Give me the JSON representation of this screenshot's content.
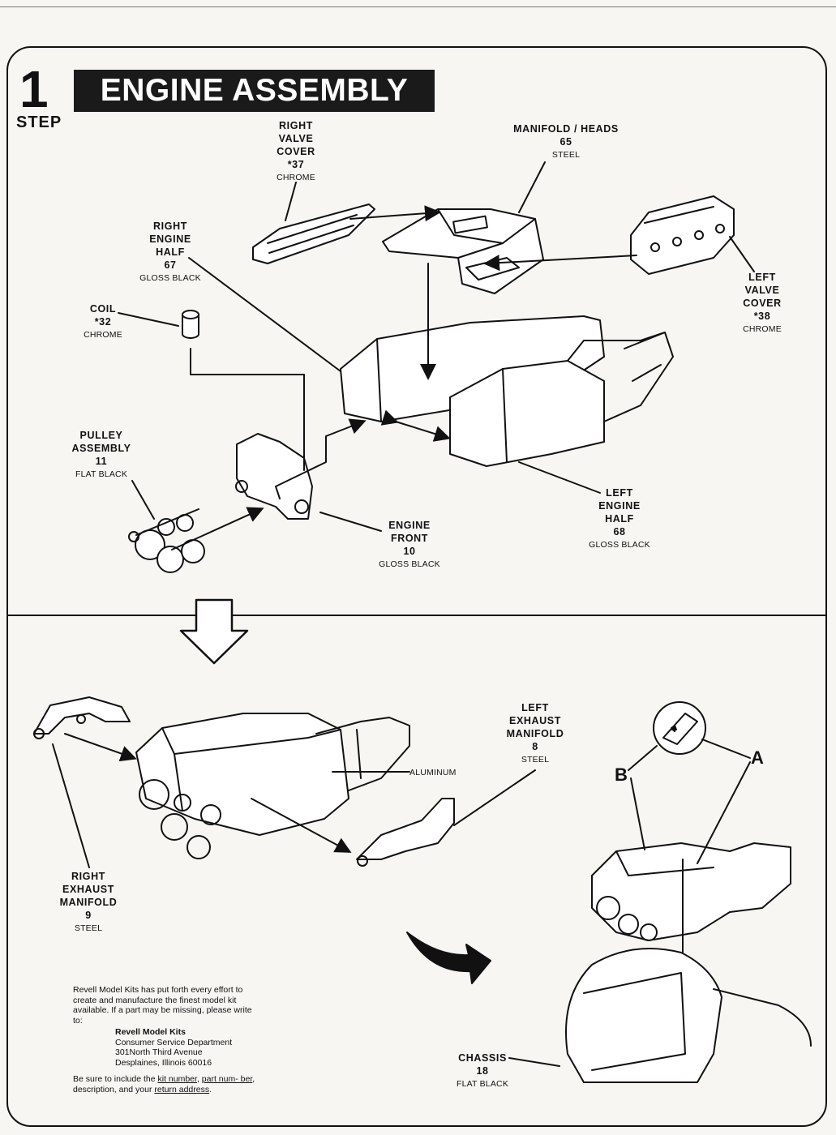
{
  "step": {
    "number": "1",
    "word": "STEP"
  },
  "title": "ENGINE ASSEMBLY",
  "parts": {
    "right_valve_cover": {
      "lines": [
        "RIGHT",
        "VALVE",
        "COVER",
        "*37"
      ],
      "finish": "CHROME"
    },
    "manifold_heads": {
      "lines": [
        "MANIFOLD / HEADS",
        "65"
      ],
      "finish": "STEEL"
    },
    "right_engine_half": {
      "lines": [
        "RIGHT",
        "ENGINE",
        "HALF",
        "67"
      ],
      "finish": "GLOSS BLACK"
    },
    "coil": {
      "lines": [
        "COIL",
        "*32"
      ],
      "finish": "CHROME"
    },
    "left_valve_cover": {
      "lines": [
        "LEFT",
        "VALVE",
        "COVER",
        "*38"
      ],
      "finish": "CHROME"
    },
    "pulley_assembly": {
      "lines": [
        "PULLEY",
        "ASSEMBLY",
        "11"
      ],
      "finish": "FLAT BLACK"
    },
    "engine_front": {
      "lines": [
        "ENGINE",
        "FRONT",
        "10"
      ],
      "finish": "GLOSS BLACK"
    },
    "left_engine_half": {
      "lines": [
        "LEFT",
        "ENGINE",
        "HALF",
        "68"
      ],
      "finish": "GLOSS BLACK"
    },
    "aluminum": {
      "lines": [],
      "finish": "ALUMINUM"
    },
    "left_exhaust_manifold": {
      "lines": [
        "LEFT",
        "EXHAUST",
        "MANIFOLD",
        "8"
      ],
      "finish": "STEEL"
    },
    "right_exhaust_manifold": {
      "lines": [
        "RIGHT",
        "EXHAUST",
        "MANIFOLD",
        "9"
      ],
      "finish": "STEEL"
    },
    "chassis": {
      "lines": [
        "CHASSIS",
        "18"
      ],
      "finish": "FLAT BLACK"
    }
  },
  "callouts": {
    "a": "A",
    "b": "B"
  },
  "notice": {
    "intro": "Revell Model Kits has put forth every effort to create and manufacture the finest model kit available. If a part may be missing, please write to:",
    "org": "Revell Model Kits",
    "address": [
      "Consumer Service Department",
      "301North Third Avenue",
      "Desplaines, Illinois 60016"
    ],
    "outro_prefix": "Be sure to include the ",
    "kit_number": "kit number",
    "sep1": ", ",
    "part_number": "part num- ber",
    "outro_mid": ", description, and your ",
    "return_address": "return address",
    "outro_end": "."
  }
}
